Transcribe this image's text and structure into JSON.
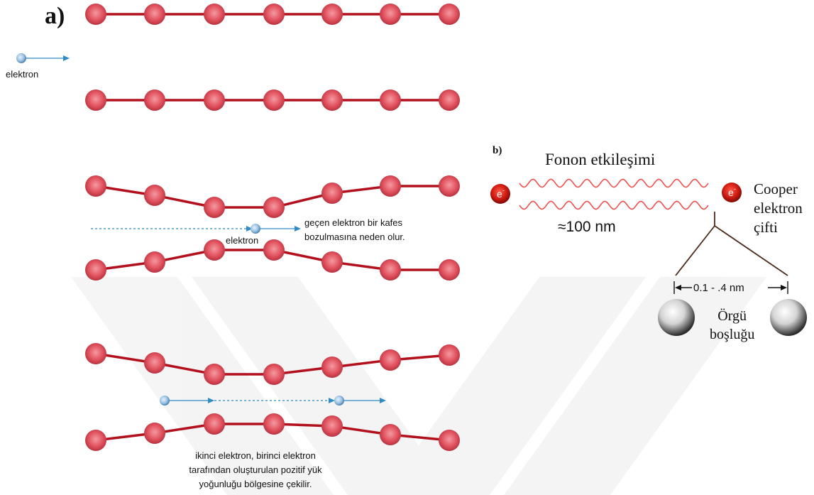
{
  "colors": {
    "lattice_bond": "#b3101d",
    "ion": "#e25460",
    "electron_arrow": "#2e8bc4",
    "wave": "#ee4f4f",
    "watermark": "#ececec"
  },
  "panel_a": {
    "label": "a)",
    "electron_label_1": "elektron",
    "electron_label_2": "elektron",
    "caption_1": [
      "geçen elektron bir kafes",
      "bozulmasına neden olur."
    ],
    "caption_2": [
      "ikinci elektron, birinci elektron",
      "tarafından oluşturulan pozitif yük",
      "yoğunluğu bölgesine çekilir."
    ]
  },
  "panel_b": {
    "label": "b)",
    "title": "Fonon etkileşimi",
    "electron_symbol": "e",
    "electron_charge": "-",
    "distance": "≈100 nm",
    "cooper_label": [
      "Cooper",
      "elektron",
      "çifti"
    ],
    "spacing": "0.1 - .4 nm",
    "lattice_label": [
      "Örgü",
      "boşluğu"
    ]
  }
}
